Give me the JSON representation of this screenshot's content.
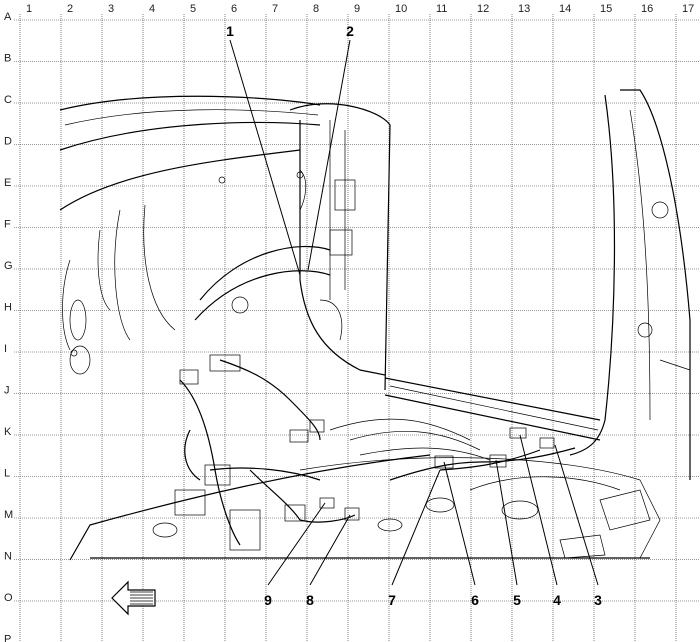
{
  "grid": {
    "columns": [
      "1",
      "2",
      "3",
      "4",
      "5",
      "6",
      "7",
      "8",
      "9",
      "10",
      "11",
      "12",
      "13",
      "14",
      "15",
      "16",
      "17"
    ],
    "rows": [
      "A",
      "B",
      "C",
      "D",
      "E",
      "F",
      "G",
      "H",
      "I",
      "J",
      "K",
      "L",
      "M",
      "N",
      "O",
      "P"
    ]
  },
  "callouts": [
    {
      "label": "1"
    },
    {
      "label": "2"
    },
    {
      "label": "3"
    },
    {
      "label": "4"
    },
    {
      "label": "5"
    },
    {
      "label": "6"
    },
    {
      "label": "7"
    },
    {
      "label": "8"
    },
    {
      "label": "9"
    }
  ],
  "icons": {
    "direction": "forward-arrow-icon"
  }
}
